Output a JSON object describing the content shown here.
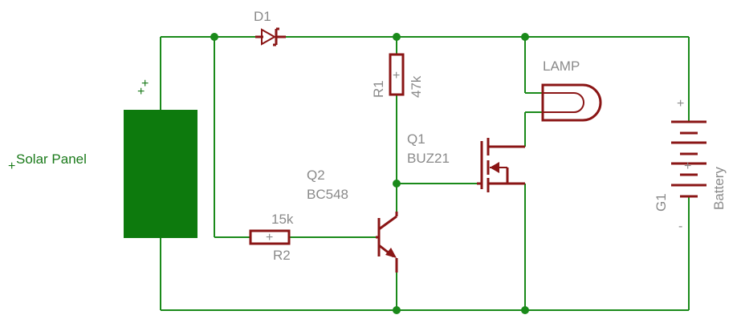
{
  "diagram": {
    "colors": {
      "wire": "#1a8a1a",
      "component": "#8a1515",
      "label": "#8a8a8a",
      "panel": "#0d7a0d"
    },
    "labels": {
      "d1": "D1",
      "r1_name": "R1",
      "r1_value": "47k",
      "lamp": "LAMP",
      "q1_name": "Q1",
      "q1_part": "BUZ21",
      "q2_name": "Q2",
      "q2_part": "BC548",
      "r2_value": "15k",
      "r2_name": "R2",
      "solar_panel": "Solar Panel",
      "panel_plus": "+",
      "panel_plus_small": "+",
      "solar_plus_mark": "+",
      "g1": "G1",
      "battery": "Battery",
      "bat_plus": "+",
      "bat_minus": "-",
      "r1_plus": "+",
      "r2_plus": "+",
      "bat_mid_plus": "+"
    }
  }
}
